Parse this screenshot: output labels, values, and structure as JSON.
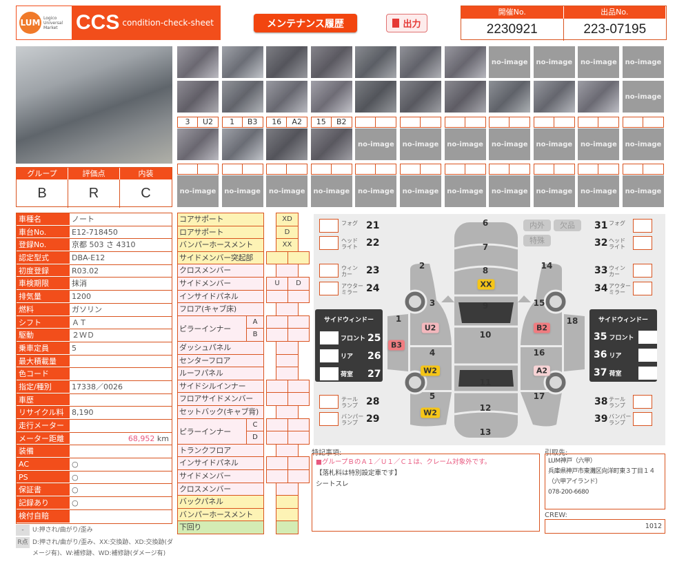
{
  "header": {
    "logo_mark": "LUM",
    "logo_text": "Logico Universal Market",
    "app_title": "CCS",
    "app_subtitle": "condition-check-sheet",
    "maintenance_button": "メンテナンス履歴",
    "pdf_button": "出力",
    "session_no_label": "開催No.",
    "session_no": "2230921",
    "lot_no_label": "出品No.",
    "lot_no": "223-07195"
  },
  "grade": {
    "headers": [
      "グループ",
      "評価点",
      "内装"
    ],
    "values": [
      "B",
      "R",
      "C"
    ]
  },
  "thumbnails": {
    "row1": [
      "photo",
      "photo",
      "photo",
      "photo",
      "photo",
      "photo",
      "photo",
      "no-image",
      "no-image",
      "no-image",
      "no-image"
    ],
    "row2": [
      "photo",
      "photo",
      "photo",
      "photo",
      "photo",
      "photo",
      "photo",
      "photo",
      "photo",
      "photo",
      "no-image"
    ],
    "row3": [
      {
        "pos": "3",
        "code": "U2",
        "img": "photo"
      },
      {
        "pos": "1",
        "code": "B3",
        "img": "photo"
      },
      {
        "pos": "16",
        "code": "A2",
        "img": "photo"
      },
      {
        "pos": "15",
        "code": "B2",
        "img": "photo"
      },
      {
        "pos": "",
        "code": "",
        "img": "no-image"
      },
      {
        "pos": "",
        "code": "",
        "img": "no-image"
      },
      {
        "pos": "",
        "code": "",
        "img": "no-image"
      },
      {
        "pos": "",
        "code": "",
        "img": "no-image"
      },
      {
        "pos": "",
        "code": "",
        "img": "no-image"
      },
      {
        "pos": "",
        "code": "",
        "img": "no-image"
      },
      {
        "pos": "",
        "code": "",
        "img": "no-image"
      }
    ],
    "row4": [
      {
        "pos": "",
        "code": "",
        "img": "no-image"
      },
      {
        "pos": "",
        "code": "",
        "img": "no-image"
      },
      {
        "pos": "",
        "code": "",
        "img": "no-image"
      },
      {
        "pos": "",
        "code": "",
        "img": "no-image"
      },
      {
        "pos": "",
        "code": "",
        "img": "no-image"
      },
      {
        "pos": "",
        "code": "",
        "img": "no-image"
      },
      {
        "pos": "",
        "code": "",
        "img": "no-image"
      },
      {
        "pos": "",
        "code": "",
        "img": "no-image"
      },
      {
        "pos": "",
        "code": "",
        "img": "no-image"
      },
      {
        "pos": "",
        "code": "",
        "img": "no-image"
      },
      {
        "pos": "",
        "code": "",
        "img": "no-image"
      }
    ],
    "no_image_label": "no-image"
  },
  "vehicle_info": [
    {
      "k": "車種名",
      "v": "ノート"
    },
    {
      "k": "車台No.",
      "v": "E12-718450"
    },
    {
      "k": "登録No.",
      "v": "京都 503 さ 4310"
    },
    {
      "k": "認定型式",
      "v": "DBA-E12"
    },
    {
      "k": "初度登録",
      "v": "R03.02"
    },
    {
      "k": "車検期限",
      "v": "抹消"
    },
    {
      "k": "排気量",
      "v": "1200"
    },
    {
      "k": "燃料",
      "v": "ガソリン"
    },
    {
      "k": "シフト",
      "v": "ＡＴ"
    },
    {
      "k": "駆動",
      "v": "２ＷＤ"
    },
    {
      "k": "乗車定員",
      "v": "5"
    },
    {
      "k": "最大積載量",
      "v": ""
    },
    {
      "k": "色コード",
      "v": ""
    },
    {
      "k": "指定/種別",
      "v": "17338／0026"
    },
    {
      "k": "車歴",
      "v": ""
    },
    {
      "k": "リサイクル料",
      "v": "8,190"
    },
    {
      "k": "走行メーター",
      "v": ""
    },
    {
      "k": "メーター距離",
      "v": "68,952",
      "unit": "km"
    },
    {
      "k": "装備",
      "v": ""
    },
    {
      "k": "AC",
      "v": "○"
    },
    {
      "k": "PS",
      "v": "○"
    },
    {
      "k": "保証書",
      "v": "○"
    },
    {
      "k": "記録あり",
      "v": "○"
    },
    {
      "k": "検付自賠",
      "v": ""
    }
  ],
  "legend": [
    {
      "tag": "-",
      "text": "U:押され/曲がり/歪み"
    },
    {
      "tag": "R点",
      "text": "D:押され/曲がり/歪み、XX:交換跡、XD:交換跡(ダメージ有)、W:補修跡、WD:補修跡(ダメージ有)"
    }
  ],
  "frame_check": [
    {
      "label": "コアサポート",
      "color": "y",
      "type": "single",
      "cells": [
        "XD"
      ]
    },
    {
      "label": "ロアサポート",
      "color": "y",
      "type": "single",
      "cells": [
        "D"
      ]
    },
    {
      "label": "バンパーホースメント",
      "color": "y",
      "type": "single",
      "cells": [
        "XX"
      ]
    },
    {
      "label": "サイドメンバー突起部",
      "color": "y",
      "type": "double",
      "cells": [
        "",
        ""
      ]
    },
    {
      "label": "クロスメンバー",
      "color": "p",
      "type": "single",
      "cells": [
        ""
      ]
    },
    {
      "label": "サイドメンバー",
      "color": "p",
      "type": "double",
      "cells": [
        "U",
        "D"
      ]
    },
    {
      "label": "インサイドパネル",
      "color": "p",
      "type": "double",
      "cells": [
        "",
        ""
      ]
    },
    {
      "label": "フロア(キャブ床)",
      "color": "p",
      "type": "single",
      "cells": [
        ""
      ]
    },
    {
      "label": "ピラーインナー",
      "sub": "A",
      "span": 2,
      "color": "p",
      "type": "double",
      "cells": [
        "",
        ""
      ]
    },
    {
      "label": "",
      "sub": "B",
      "cont": true,
      "color": "p",
      "type": "double",
      "cells": [
        "",
        ""
      ]
    },
    {
      "label": "ダッシュパネル",
      "color": "p",
      "type": "single",
      "cells": [
        ""
      ]
    },
    {
      "label": "センターフロア",
      "color": "p",
      "type": "single",
      "cells": [
        ""
      ]
    },
    {
      "label": "ルーフパネル",
      "color": "p",
      "type": "single",
      "cells": [
        ""
      ]
    },
    {
      "label": "サイドシルインナー",
      "color": "p",
      "type": "double",
      "cells": [
        "",
        ""
      ]
    },
    {
      "label": "フロアサイドメンバー",
      "color": "p",
      "type": "double",
      "cells": [
        "",
        ""
      ]
    },
    {
      "label": "セットバック(キャブ背)",
      "color": "p",
      "type": "single",
      "cells": [
        ""
      ]
    },
    {
      "label": "ピラーインナー",
      "sub": "C",
      "span": 2,
      "color": "p",
      "type": "double",
      "cells": [
        "",
        ""
      ]
    },
    {
      "label": "",
      "sub": "D",
      "cont": true,
      "color": "p",
      "type": "double",
      "cells": [
        "",
        ""
      ]
    },
    {
      "label": "トランクフロア",
      "color": "p",
      "type": "single",
      "cells": [
        ""
      ]
    },
    {
      "label": "インサイドパネル",
      "color": "p",
      "type": "double",
      "cells": [
        "",
        ""
      ]
    },
    {
      "label": "サイドメンバー",
      "color": "p",
      "type": "double",
      "cells": [
        "",
        ""
      ]
    },
    {
      "label": "クロスメンバー",
      "color": "p",
      "type": "single",
      "cells": [
        ""
      ]
    },
    {
      "label": "バックパネル",
      "color": "y",
      "type": "single",
      "cells": [
        ""
      ]
    },
    {
      "label": "バンパーホースメント",
      "color": "y",
      "type": "single",
      "cells": [
        ""
      ]
    },
    {
      "label": "下回り",
      "color": "g",
      "type": "single",
      "cells": [
        ""
      ]
    }
  ],
  "diagram": {
    "buttons": [
      "内外",
      "欠品",
      "特殊"
    ],
    "left_items": [
      {
        "n": "21",
        "l": "フォグ"
      },
      {
        "n": "22",
        "l": "ヘッド ライト"
      },
      {
        "n": "23",
        "l": "ウィン カー"
      },
      {
        "n": "24",
        "l": "アウター ミラー"
      },
      {
        "n": "28",
        "l": "テール ランプ"
      },
      {
        "n": "29",
        "l": "バンパー ランプ"
      }
    ],
    "right_items": [
      {
        "n": "31",
        "l": "フォグ"
      },
      {
        "n": "32",
        "l": "ヘッド ライト"
      },
      {
        "n": "33",
        "l": "ウィン カー"
      },
      {
        "n": "34",
        "l": "アウター ミラー"
      },
      {
        "n": "38",
        "l": "テール ランプ"
      },
      {
        "n": "39",
        "l": "バンパー ランプ"
      }
    ],
    "side_window_title": "サイドウィンドー",
    "left_windows": [
      {
        "n": "25",
        "l": "フロント"
      },
      {
        "n": "26",
        "l": "リア"
      },
      {
        "n": "27",
        "l": "荷室"
      }
    ],
    "right_windows": [
      {
        "n": "35",
        "l": "フロント"
      },
      {
        "n": "36",
        "l": "リア"
      },
      {
        "n": "37",
        "l": "荷室"
      }
    ],
    "panel_numbers": [
      "1",
      "2",
      "3",
      "4",
      "5",
      "6",
      "7",
      "8",
      "9",
      "10",
      "11",
      "12",
      "13",
      "14",
      "15",
      "16",
      "17",
      "18"
    ],
    "damage_marks": [
      {
        "pos": "8",
        "code": "XX",
        "color": "#f5c518"
      },
      {
        "pos": "3",
        "code": "U2",
        "color": "#f4b8bd"
      },
      {
        "pos": "1",
        "code": "B3",
        "color": "#f07c80"
      },
      {
        "pos": "4",
        "code": "W2",
        "color": "#f5c518"
      },
      {
        "pos": "5",
        "code": "W2",
        "color": "#f5c518"
      },
      {
        "pos": "15",
        "code": "B2",
        "color": "#f07c80"
      },
      {
        "pos": "16",
        "code": "A2",
        "color": "#f7d3d5"
      }
    ]
  },
  "notes": {
    "label": "特記事項:",
    "lines": [
      "■グループＢのＡ１／Ｕ１／Ｃ１は、クレーム対象外です。",
      "【落札料は特別設定車です】",
      "シートスレ"
    ]
  },
  "pickup": {
    "label": "引取先:",
    "lines": [
      "LUM神戸（六甲）",
      "兵庫県神戸市東灘区向洋町東３丁目１４",
      "（六甲アイランド）",
      "078-200-6680"
    ]
  },
  "crew": {
    "label": "CREW:",
    "value": "1012"
  },
  "colors": {
    "accent": "#f24e1b",
    "frame_yellow": "#fdf3b5",
    "frame_pink": "#fdeef3",
    "frame_green": "#d4ecb4"
  }
}
